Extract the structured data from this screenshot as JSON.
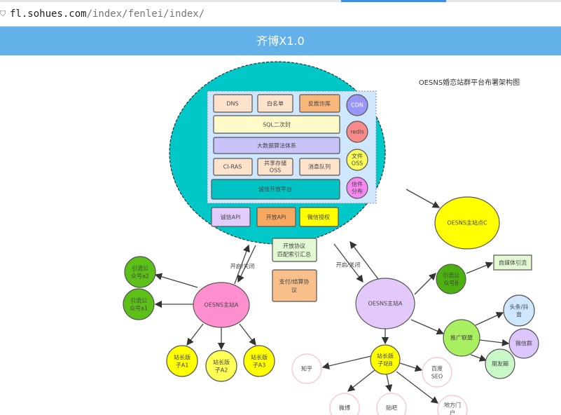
{
  "browser": {
    "url_host": "fl.sohues.com",
    "url_path": "/index/fenlei/index/",
    "security_icon": "shield-icon"
  },
  "header": {
    "title": "齐博X1.0"
  },
  "diagram": {
    "title": "OESNS婚恋站群平台布署架构图",
    "core": {
      "dns": "DNS",
      "whitelist": "白名单",
      "antifraud": "反欺诈库",
      "sql": "SQL二次封",
      "bigdata": "大数据算法体系",
      "cirs": "CI-RAS",
      "shared_storage": [
        "共享存储",
        "OSS"
      ],
      "mq": "消息队列",
      "open_platform": "诚信开放平台",
      "cdn": "CDN",
      "redis": "redis",
      "file_oss": [
        "文件",
        "OSS"
      ],
      "mail": [
        "信件",
        "分布"
      ],
      "api_integrity": "诚信API",
      "api_open": "开放API",
      "wechat_auth": "微信授权"
    },
    "protocol_box": [
      "开放协议",
      "匹配索引汇总"
    ],
    "payment_box": [
      "支付/结算协",
      "议"
    ],
    "toggle_label_left": "开启/关闭",
    "toggle_label_right": "开启/关闭",
    "site_a": {
      "label": "OESNS主站A",
      "children": [
        [
          "引流公",
          "众号a2"
        ],
        [
          "引流公",
          "众号a1"
        ],
        [
          "站长版",
          "子A1"
        ],
        [
          "站长版",
          "子A2"
        ],
        [
          "站长版",
          "子A3"
        ]
      ]
    },
    "site_c": {
      "label": "OESNS主站点C"
    },
    "site_a2": {
      "label": "OESNS主站A",
      "wechat_b": [
        "引流公",
        "众号B"
      ],
      "self_media": "自媒体引流",
      "promo": "推广联盟",
      "toutiao": [
        "头条/抖",
        "音"
      ],
      "wechat_group": "微信群",
      "moments": "朋友圈",
      "sub_b": [
        "站长版",
        "子站B"
      ],
      "zhihu": "知乎",
      "baidu": [
        "百度",
        "SEO"
      ],
      "weibo": "微博",
      "tieba": "贴吧",
      "portal": [
        "地方门",
        "户"
      ]
    }
  }
}
